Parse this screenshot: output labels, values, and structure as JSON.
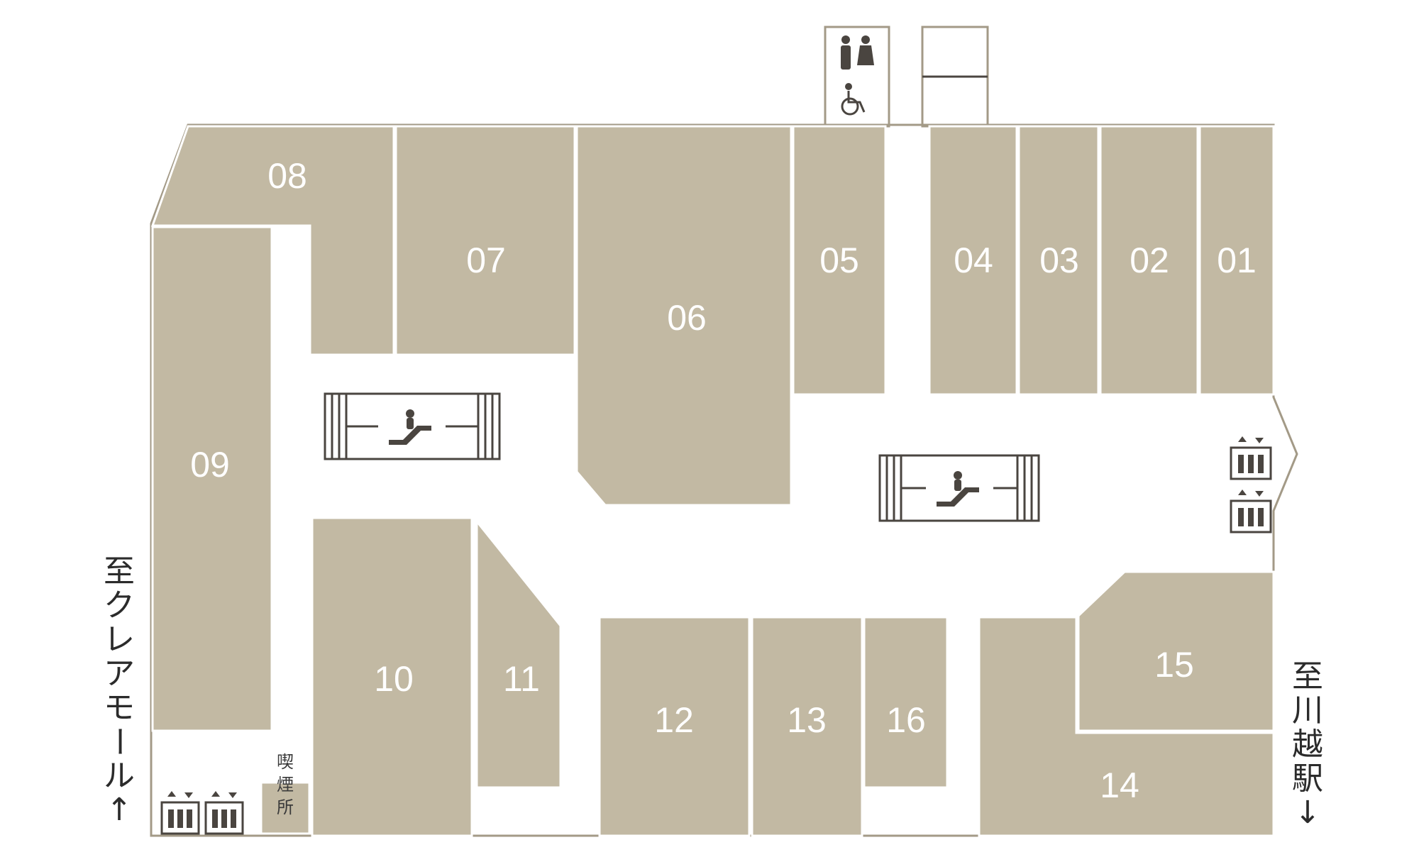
{
  "shops": [
    {
      "id": "01",
      "label": "01"
    },
    {
      "id": "02",
      "label": "02"
    },
    {
      "id": "03",
      "label": "03"
    },
    {
      "id": "04",
      "label": "04"
    },
    {
      "id": "05",
      "label": "05"
    },
    {
      "id": "06",
      "label": "06"
    },
    {
      "id": "07",
      "label": "07"
    },
    {
      "id": "08",
      "label": "08"
    },
    {
      "id": "09",
      "label": "09"
    },
    {
      "id": "10",
      "label": "10"
    },
    {
      "id": "11",
      "label": "11"
    },
    {
      "id": "12",
      "label": "12"
    },
    {
      "id": "13",
      "label": "13"
    },
    {
      "id": "14",
      "label": "14"
    },
    {
      "id": "15",
      "label": "15"
    },
    {
      "id": "16",
      "label": "16"
    }
  ],
  "directions": {
    "left": {
      "text": "至クレアモール",
      "arrow": "↑"
    },
    "right": {
      "text": "至川越駅",
      "arrow": "↓"
    }
  },
  "smoking_area": {
    "label": "喫煙所"
  },
  "icons": {
    "restroom": "restroom-icon",
    "accessible_restroom": "wheelchair-icon",
    "stairs": "stairs-icon",
    "escalator": "escalator-icon",
    "elevator": "elevator-icon"
  },
  "colors": {
    "shop_fill": "#c2b9a3",
    "corridor": "#ffffff",
    "label": "#ffffff",
    "icon": "#4a4540"
  }
}
